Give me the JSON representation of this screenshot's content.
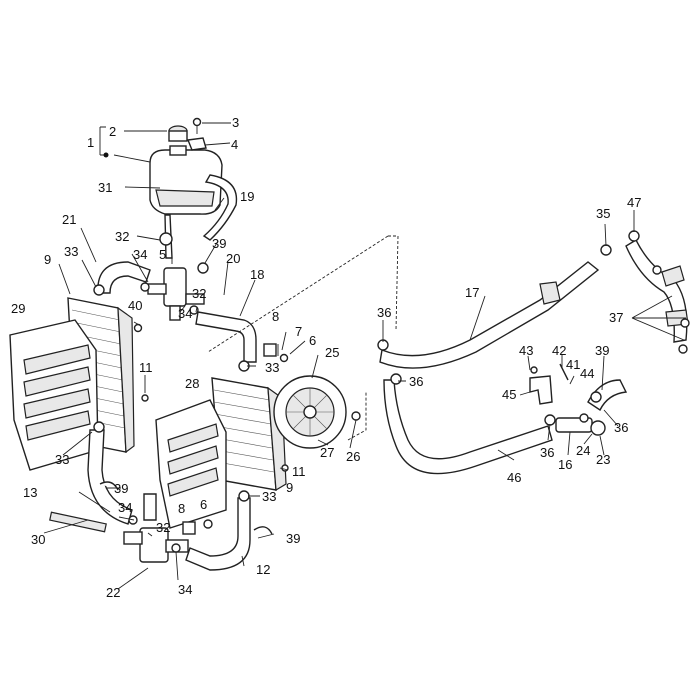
{
  "callouts": {
    "c1": "1",
    "c2": "2",
    "c3": "3",
    "c4": "4",
    "c5": "5",
    "c6a": "6",
    "c6b": "6",
    "c7": "7",
    "c8a": "8",
    "c8b": "8",
    "c9a": "9",
    "c9b": "9",
    "c11a": "11",
    "c11b": "11",
    "c12": "12",
    "c13": "13",
    "c16": "16",
    "c17": "17",
    "c18": "18",
    "c19": "19",
    "c20": "20",
    "c21": "21",
    "c22": "22",
    "c23": "23",
    "c24": "24",
    "c25": "25",
    "c26": "26",
    "c27": "27",
    "c28": "28",
    "c29": "29",
    "c30": "30",
    "c31": "31",
    "c32a": "32",
    "c32b": "32",
    "c32c": "32",
    "c33a": "33",
    "c33b": "33",
    "c33c": "33",
    "c33d": "33",
    "c34a": "34",
    "c34b": "34",
    "c34c": "34",
    "c34d": "34",
    "c35": "35",
    "c36a": "36",
    "c36b": "36",
    "c36c": "36",
    "c36d": "36",
    "c37": "37",
    "c39a": "39",
    "c39b": "39",
    "c39c": "39",
    "c39d": "39",
    "c40": "40",
    "c41": "41",
    "c42": "42",
    "c43": "43",
    "c44": "44",
    "c45": "45",
    "c46": "46",
    "c47": "47"
  }
}
